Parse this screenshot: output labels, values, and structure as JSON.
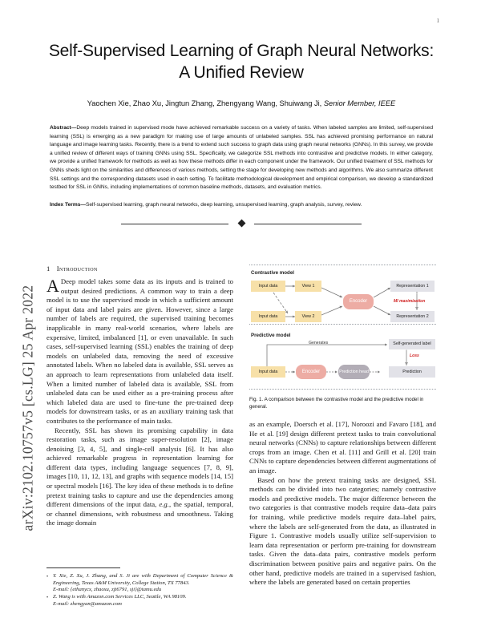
{
  "arxiv_stamp": "arXiv:2102.10757v5  [cs.LG]  25 Apr 2022",
  "page_number": "1",
  "title": "Self-Supervised Learning of Graph Neural Networks: A Unified Review",
  "authors_plain": "Yaochen Xie, Zhao Xu, Jingtun Zhang, Zhengyang Wang, Shuiwang Ji, ",
  "authors_italic": "Senior Member, IEEE",
  "abstract": {
    "label": "Abstract",
    "dash": "—",
    "text": "Deep models trained in supervised mode have achieved remarkable success on a variety of tasks. When labeled samples are limited, self-supervised learning (SSL) is emerging as a new paradigm for making use of large amounts of unlabeled samples. SSL has achieved promising performance on natural language and image learning tasks. Recently, there is a trend to extend such success to graph data using graph neural networks (GNNs). In this survey, we provide a unified review of different ways of training GNNs using SSL. Specifically, we categorize SSL methods into contrastive and predictive models. In either category, we provide a unified framework for methods as well as how these methods differ in each component under the framework. Our unified treatment of SSL methods for GNNs sheds light on the similarities and differences of various methods, setting the stage for developing new methods and algorithms. We also summarize different SSL settings and the corresponding datasets used in each setting. To facilitate methodological development and empirical comparison, we develop a standardized testbed for SSL in GNNs, including implementations of common baseline methods, datasets, and evaluation metrics."
  },
  "index_terms": {
    "label": "Index Terms",
    "dash": "—",
    "text": "Self-supervised learning, graph neural networks, deep learning, unsupervised learning, graph analysis, survey, review."
  },
  "section": {
    "number": "1",
    "title": "Introduction"
  },
  "left_column": {
    "dropcap": "A",
    "para1": " Deep model takes some data as its inputs and is trained to output desired predictions. A common way to train a deep model is to use the supervised mode in which a sufficient amount of input data and label pairs are given. However, since a large number of labels are required, the supervised training becomes inapplicable in many real-world scenarios, where labels are expensive, limited, imbalanced [1], or even unavailable. In such cases, self-supervised learning (SSL) enables the training of deep models on unlabeled data, removing the need of excessive annotated labels. When no labeled data is available, SSL serves as an approach to learn representations from unlabeled data itself. When a limited number of labeled data is available, SSL from unlabeled data can be used either as a pre-training process after which labeled data are used to fine-tune the pre-trained deep models for downstream tasks, or as an auxiliary training task that contributes to the performance of main tasks.",
    "para2_a": "Recently, SSL has shown its promising capability in data restoration tasks, such as image super-resolution [2], image denoising [3, 4, 5], and single-cell analysis [6]. It has also achieved remarkable progress in representation learning for different data types, including language sequences [7, 8, 9], images [10, 11, 12, 13], and graphs with sequence models [14, 15] or spectral models [16]. The key idea of these methods is to define pretext training tasks to capture and use the dependencies among different dimensions of the input data, ",
    "para2_ital": "e.g.",
    "para2_b": ", the spatial, temporal, or channel dimensions, with robustness and smoothness. Taking the image domain"
  },
  "footnotes": [
    "Y. Xie, Z. Xu, J. Zhang, and S. Ji are with Department of Computer Science & Engineering, Texas A&M University, College Station, TX 77843.",
    "E-mail: {ethanycx, zhaoxu, zjt6791, sji}@tamu.edu",
    "Z. Wang is with Amazon.com Services LLC, Seattle, WA 98109.",
    "E-mail: zhengyan@amazon.com"
  ],
  "figure": {
    "contrastive_label": "Contrastive model",
    "predictive_label": "Predictive model",
    "nodes": {
      "input_data_1": "Input data",
      "input_data_2": "Input data",
      "view_1": "View 1",
      "view_2": "View 2",
      "encoder": "Encoder",
      "representation_1": "Representation 1",
      "representation_2": "Representation 2",
      "mi_maximization": "MI maximization",
      "input_data_3": "Input data",
      "encoder_2": "Encoder",
      "prediction_head": "Prediction head",
      "prediction": "Prediction",
      "self_generated_label": "Self-generated label",
      "generates": "Generates",
      "loss": "Loss"
    },
    "caption": "Fig. 1. A comparison between the contrastive model and the predictive model in general."
  },
  "right_column": {
    "para1": "as an example, Doersch et al. [17], Noroozi and Favaro [18], and He et al. [19] design different pretext tasks to train convolutional neural networks (CNNs) to capture relationships between different crops from an image. Chen et al. [11] and Grill et al. [20] train CNNs to capture dependencies between different augmentations of an image.",
    "para2": "Based on how the pretext training tasks are designed, SSL methods can be divided into two categories; namely contrastive models and predictive models. The major difference between the two categories is that contrastive models require data–data pairs for training, while predictive models require data–label pairs, where the labels are self-generated from the data, as illustrated in Figure 1. Contrastive models usually utilize self-supervision to learn data representation or perform pre-training for downstream tasks. Given the data–data pairs, contrastive models perform discrimination between positive pairs and negative pairs. On the other hand, predictive models are trained in a supervised fashion, where the labels are generated based on certain properties"
  },
  "colors": {
    "data_node": "#f7e0a8",
    "gray_node": "#e2e2e8",
    "encoder": "#edaca4",
    "prediction_head": "#b2adb6",
    "accent_red": "#d02020"
  }
}
